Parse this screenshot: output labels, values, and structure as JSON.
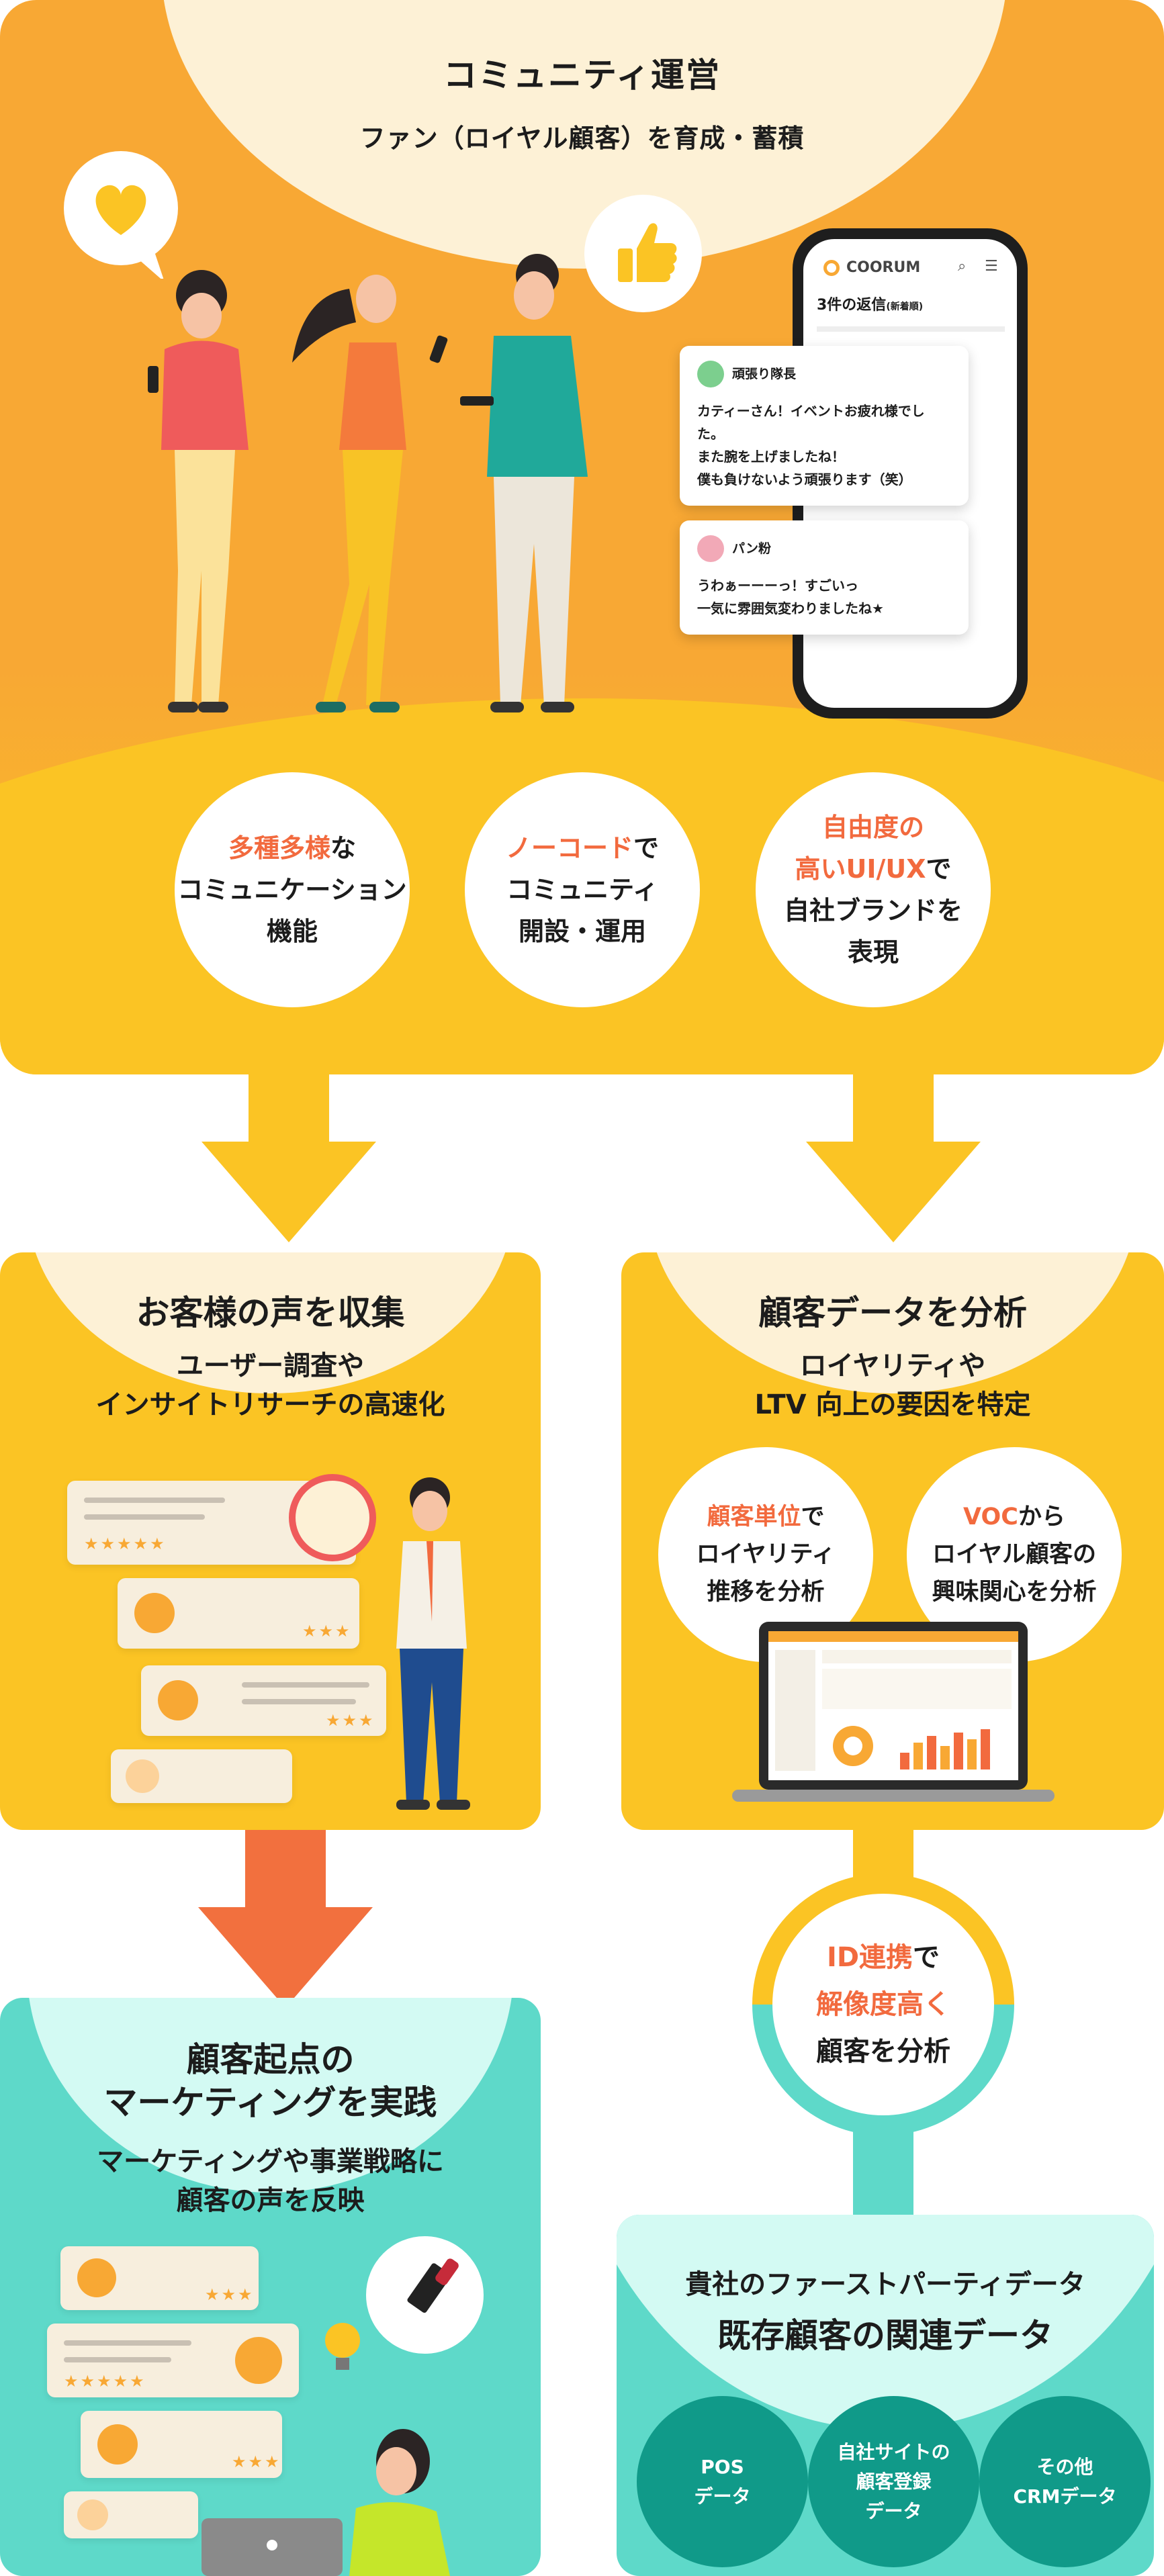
{
  "top": {
    "title": "コミュニティ運営",
    "subtitle": "ファン（ロイヤル顧客）を育成・蓄積",
    "features": [
      {
        "line1_hl": "多種多様",
        "line1_rest": "な",
        "line2": "コミュニケーション",
        "line3": "機能"
      },
      {
        "line1_hl": "ノーコード",
        "line1_rest": "で",
        "line2": "コミュニティ",
        "line3": "開設・運用"
      },
      {
        "line1_hl": "自由度の",
        "line2_hl": "高いUI/UX",
        "line2_rest": "で",
        "line3": "自社ブランドを",
        "line4": "表現"
      }
    ]
  },
  "phone": {
    "brand": "COORUM",
    "replies_header": "3件の返信",
    "replies_sub": "(新着順)",
    "bubble1": {
      "name": "頑張り隊長",
      "line1": "カティーさん！イベントお疲れ様でした。",
      "line2": "また腕を上げましたね！",
      "line3": "僕も負けないよう頑張ります（笑）"
    },
    "bubble2": {
      "name": "パン粉",
      "line1": "うわぁーーーっ！すごいっ",
      "line2": "一気に雰囲気変わりましたね★"
    }
  },
  "voice": {
    "title": "お客様の声を収集",
    "sub1": "ユーザー調査や",
    "sub2": "インサイトリサーチの高速化"
  },
  "analysis": {
    "title": "顧客データを分析",
    "sub1": "ロイヤリティや",
    "sub2": "LTV 向上の要因を特定",
    "circle1": {
      "l1_hl": "顧客単位",
      "l1_rest": "で",
      "l2": "ロイヤリティ",
      "l3": "推移を分析"
    },
    "circle2": {
      "l1_hl": "VOC",
      "l1_rest": "から",
      "l2": "ロイヤル顧客の",
      "l3": "興味関心を分析"
    }
  },
  "id_link": {
    "l1_hl": "ID連携",
    "l1_rest": "で",
    "l2_hl": "解像度高く",
    "l3": "顧客を分析"
  },
  "marketing": {
    "title1": "顧客起点の",
    "title2": "マーケティングを実践",
    "sub1": "マーケティングや事業戦略に",
    "sub2": "顧客の声を反映"
  },
  "first_party": {
    "sub": "貴社のファーストパーティデータ",
    "title": "既存顧客の関連データ",
    "circles": [
      {
        "l1": "POS",
        "l2": "データ"
      },
      {
        "l1": "自社サイトの",
        "l2": "顧客登録",
        "l3": "データ"
      },
      {
        "l1": "その他",
        "l2": "CRMデータ"
      }
    ]
  },
  "colors": {
    "orange": "#f8a834",
    "yellow": "#fbc424",
    "cream": "#fdf1d6",
    "highlight": "#f26a3e",
    "teal": "#5ed9c9",
    "dark_teal": "#109a89"
  }
}
